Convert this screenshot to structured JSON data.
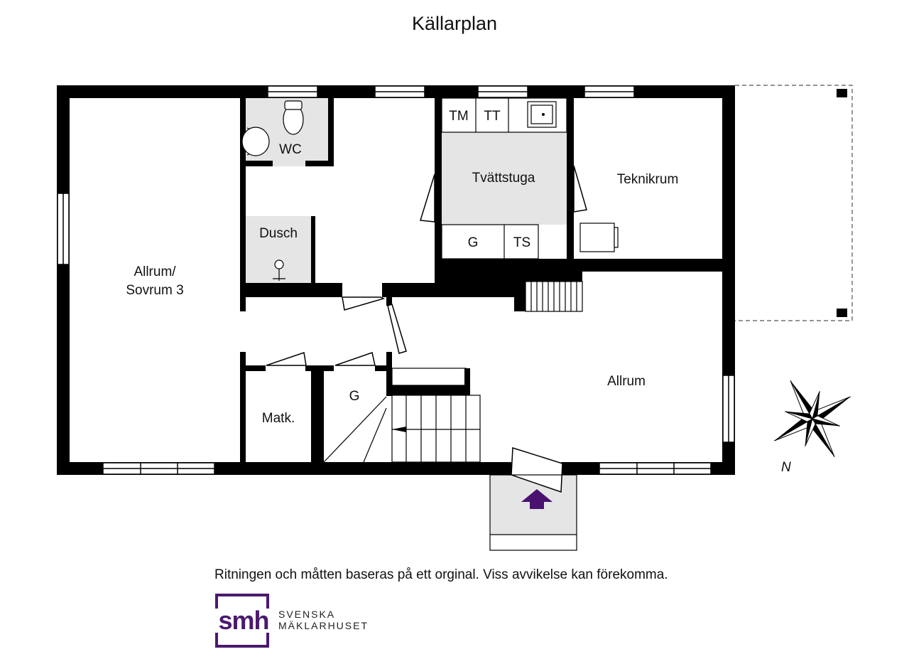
{
  "title": "Källarplan",
  "rooms": {
    "allrum_sovrum_line1": "Allrum/",
    "allrum_sovrum_line2": "Sovrum 3",
    "wc": "WC",
    "dusch": "Dusch",
    "tvattstuga": "Tvättstuga",
    "teknikrum": "Teknikrum",
    "allrum": "Allrum",
    "matk": "Matk.",
    "g_stairs": "G"
  },
  "fixtures": {
    "tm": "TM",
    "tt": "TT",
    "g": "G",
    "ts": "TS"
  },
  "compass_label": "N",
  "disclaimer": "Ritningen och måtten baseras på ett orginal. Viss avvikelse kan förekomma.",
  "logo": {
    "mark": "smh",
    "line1": "SVENSKA",
    "line2": "MÄKLARHUSET"
  },
  "colors": {
    "wall": "#000000",
    "floor_shade": "#e5e5e5",
    "brand": "#4a1a6e",
    "arrow": "#4a1170"
  }
}
